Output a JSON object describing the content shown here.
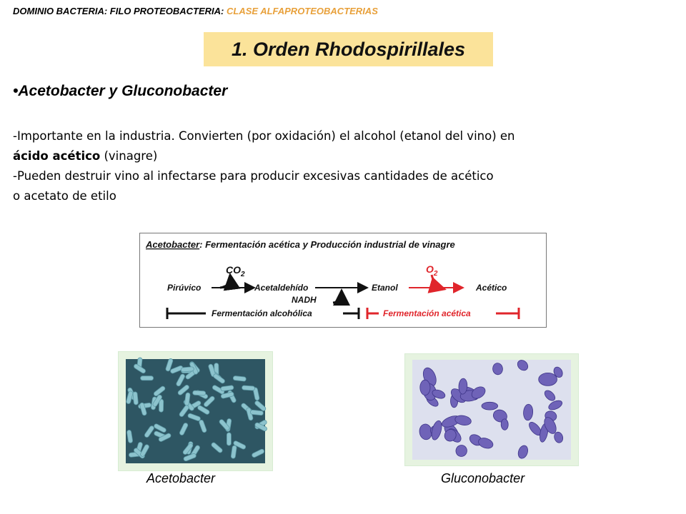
{
  "header": {
    "prefix": "DOMINIO BACTERIA: FILO PROTEOBACTERIA: ",
    "accent": "CLASE ALFAPROTEOBACTERIAS"
  },
  "title": "1. Orden Rhodospirillales",
  "bullet": "•Acetobacter y Gluconobacter",
  "paragraphs": {
    "p1_a": "-Importante en la industria. Convierten (por oxidación) el  alcohol (etanol del vino) en",
    "p1_b_bold": "ácido acético",
    "p1_b_rest": " (vinagre)",
    "p2_a": "-Pueden destruir vino al infectarse para producir excesivas cantidades de acético",
    "p2_b": "o acetato de etilo"
  },
  "diagram": {
    "title_bold": "Acetobacter",
    "title_rest": ": Fermentación acética y Producción industrial de vinagre",
    "piruvico": "Pirúvico",
    "co2": "CO",
    "co2_sub": "2",
    "acetaldehido": "Acetaldehído",
    "nadh": "NADH",
    "etanol": "Etanol",
    "o2": "O",
    "o2_sub": "2",
    "acetico": "Acético",
    "ferm_alcoholica": "Fermentación alcohólica",
    "ferm_acetica": "Fermentación acética"
  },
  "captions": {
    "left": "Acetobacter",
    "right": "Gluconobacter"
  },
  "colors": {
    "title_bg": "#fbe39a",
    "header_accent": "#e8a03a",
    "diagram_red": "#e0252b",
    "acetobacter_cells": "#7fb6c2",
    "gluconobacter_cells": "#6f63b8"
  }
}
